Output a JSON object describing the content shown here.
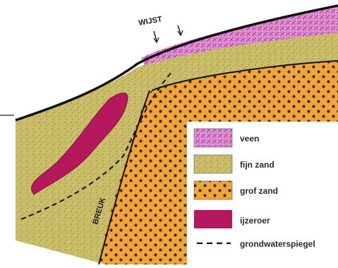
{
  "labels": {
    "wijst": "WIJST",
    "breuk": "BREUK"
  },
  "legend": [
    {
      "label": "veen",
      "color": "#e58ad6",
      "pattern": "veen-pattern"
    },
    {
      "label": "fijn zand",
      "color": "#c9bd6a",
      "pattern": "fijnzand-pattern"
    },
    {
      "label": "grof zand",
      "color": "#f0a43a",
      "pattern": "grofzand-pattern"
    },
    {
      "label": "ijzeroer",
      "color": "#b6185e",
      "pattern": "none"
    },
    {
      "label": "grondwaterspiegel",
      "color": "#1a1a1a",
      "pattern": "dashed-line"
    }
  ]
}
